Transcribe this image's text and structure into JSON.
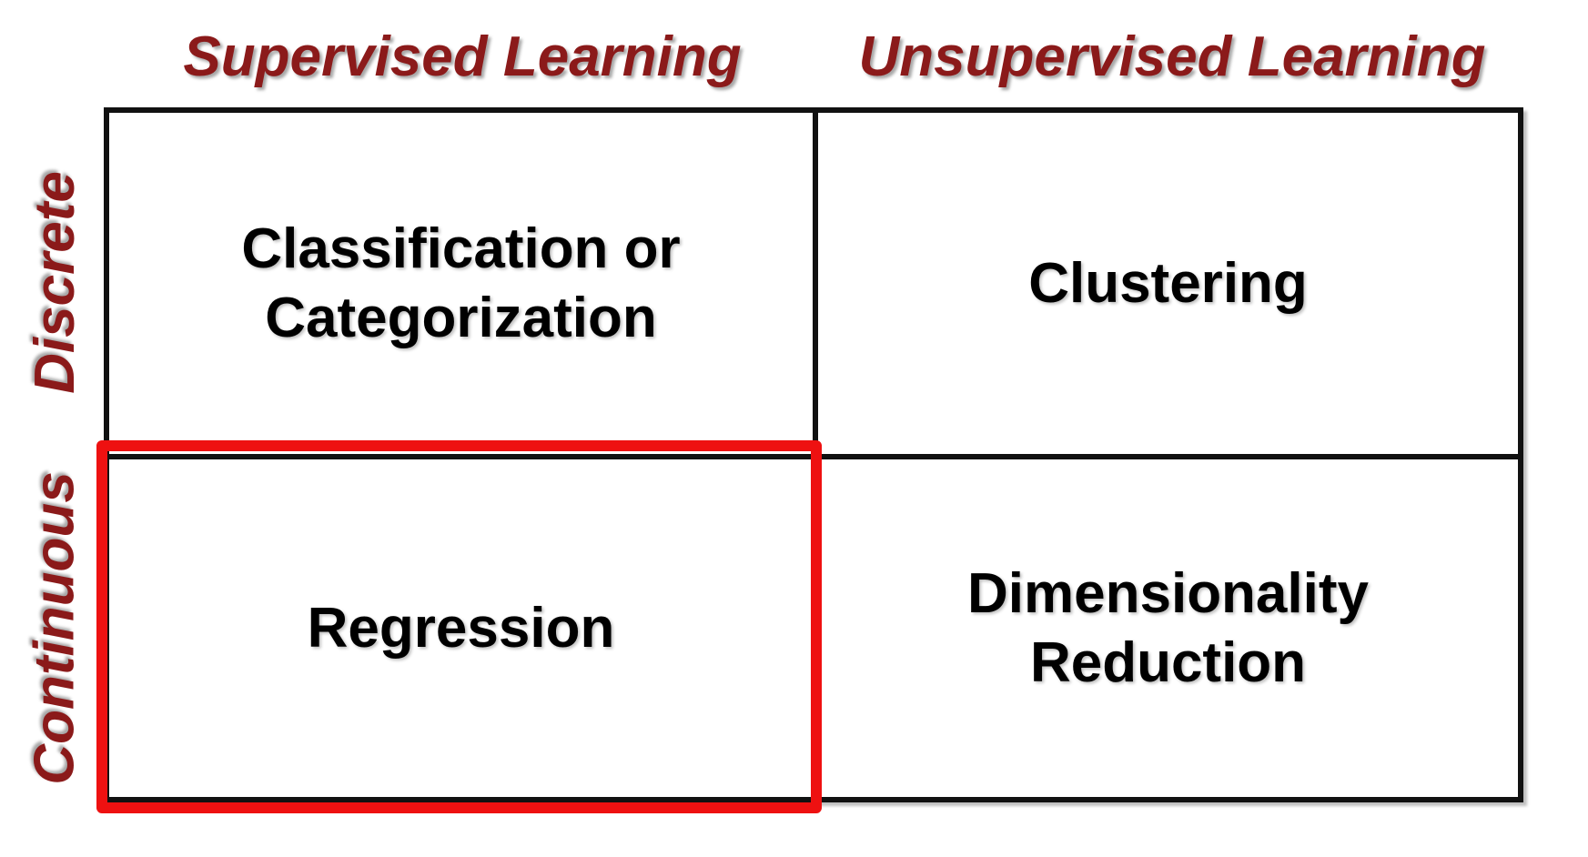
{
  "columns": {
    "supervised": "Supervised Learning",
    "unsupervised": "Unsupervised Learning"
  },
  "rows": {
    "discrete": "Discrete",
    "continuous": "Continuous"
  },
  "cells": {
    "discrete_supervised": "Classification or\nCategorization",
    "discrete_unsupervised": "Clustering",
    "continuous_supervised": "Regression",
    "continuous_unsupervised": "Dimensionality\nReduction"
  },
  "highlighted_cell": "continuous_supervised",
  "colors": {
    "header_text": "#8b1a1a",
    "grid_lines": "#111111",
    "highlight_border": "#ee1111"
  }
}
